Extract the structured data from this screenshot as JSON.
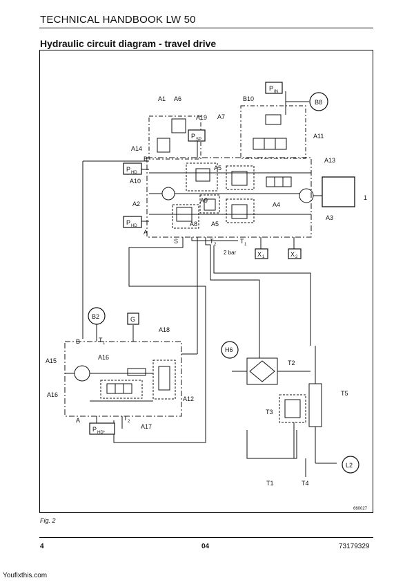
{
  "header": {
    "title": "TECHNICAL HANDBOOK LW 50"
  },
  "diagram": {
    "title": "Hydraulic circuit diagram - travel drive",
    "figure_number": "660027",
    "caption": "Fig. 2",
    "labels": {
      "A1": "A1",
      "A2": "A2",
      "A3": "A3",
      "A4": "A4",
      "A5a": "A5",
      "A5b": "A5",
      "A6": "A6",
      "A7": "A7",
      "A8": "A8",
      "A9": "A9",
      "A10": "A10",
      "A11": "A11",
      "A12": "A12",
      "A13": "A13",
      "A14": "A14",
      "A15": "A15",
      "A16a": "A16",
      "A16b": "A16",
      "A17": "A17",
      "A18": "A18",
      "A19": "A19",
      "B8": "B8",
      "B10": "B10",
      "B2": "B2",
      "G": "G",
      "H6": "H6",
      "L2": "L2",
      "T1": "T1",
      "T2": "T2",
      "T3": "T3",
      "T4": "T4",
      "T5": "T5",
      "X1": "X",
      "X1sub": "1",
      "X2": "X",
      "X2sub": "2",
      "S": "S",
      "Tsub2": "T",
      "Tsub2n": "2",
      "Tsub1": "T",
      "Tsub1n": "1",
      "bar": "2 bar",
      "one": "1",
      "Bcorner": "B",
      "Acorner": "A",
      "Bcorner2": "B",
      "Acorner2": "A",
      "PIN": "P",
      "PINsub": "IN",
      "PSP": "P",
      "PSPsub": "SP",
      "PHDa": "P",
      "PHDasub": "HD",
      "PHDb": "P",
      "PHDbsub": "HD",
      "PHDc": "P",
      "PHDcsub": "HD*",
      "T1b": "T",
      "T1bn": "1",
      "T2b": "T",
      "T2bn": "2"
    }
  },
  "footer": {
    "page": "4",
    "section": "04",
    "doc_number": "73179329"
  },
  "watermark": {
    "site": "Youfixthis.com"
  }
}
